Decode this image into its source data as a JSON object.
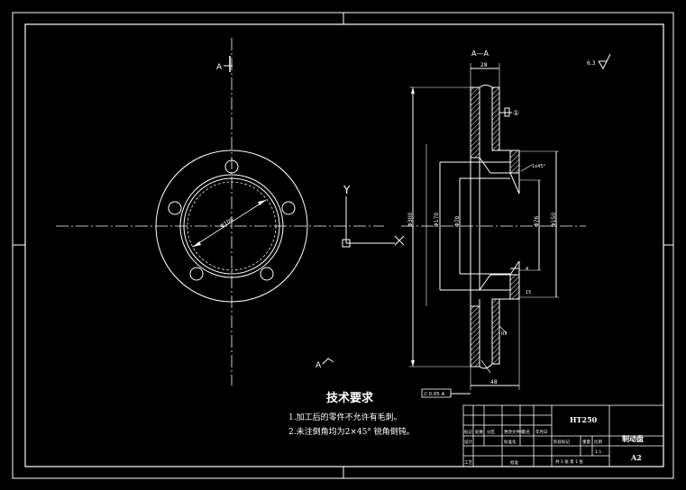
{
  "drawing": {
    "section_label": "A—A",
    "view_marker_top": "A",
    "view_marker_bottom": "A",
    "surface_finish": "6.3",
    "datum_note": "①",
    "axis_y": "Y",
    "tolerance_frame": "// 0.05 A"
  },
  "requirements": {
    "title": "技术要求",
    "line1": "1.加工后的零件不允许有毛刺。",
    "line2": "2.未注倒角均为2×45° 锐角倒钝。"
  },
  "title_block": {
    "material": "HT250",
    "part_name": "制动盘",
    "sheet_size": "A2"
  }
}
